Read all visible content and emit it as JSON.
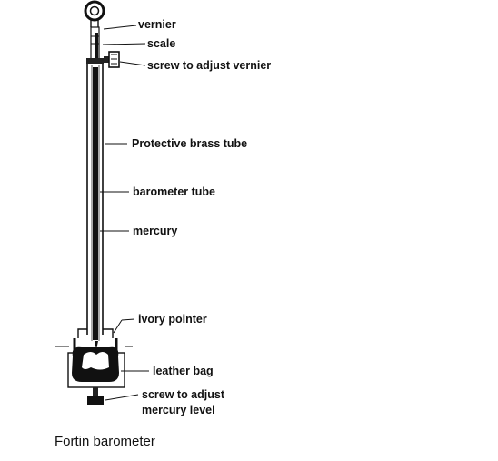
{
  "diagram": {
    "caption": "Fortin barometer",
    "labels": {
      "vernier": "vernier",
      "scale": "scale",
      "screw_vernier": "screw to adjust vernier",
      "brass_tube": "Protective brass tube",
      "barometer_tube": "barometer tube",
      "mercury": "mercury",
      "ivory_pointer": "ivory pointer",
      "leather_bag": "leather bag",
      "screw_mercury_line1": "screw to adjust",
      "screw_mercury_line2": "mercury level"
    }
  }
}
